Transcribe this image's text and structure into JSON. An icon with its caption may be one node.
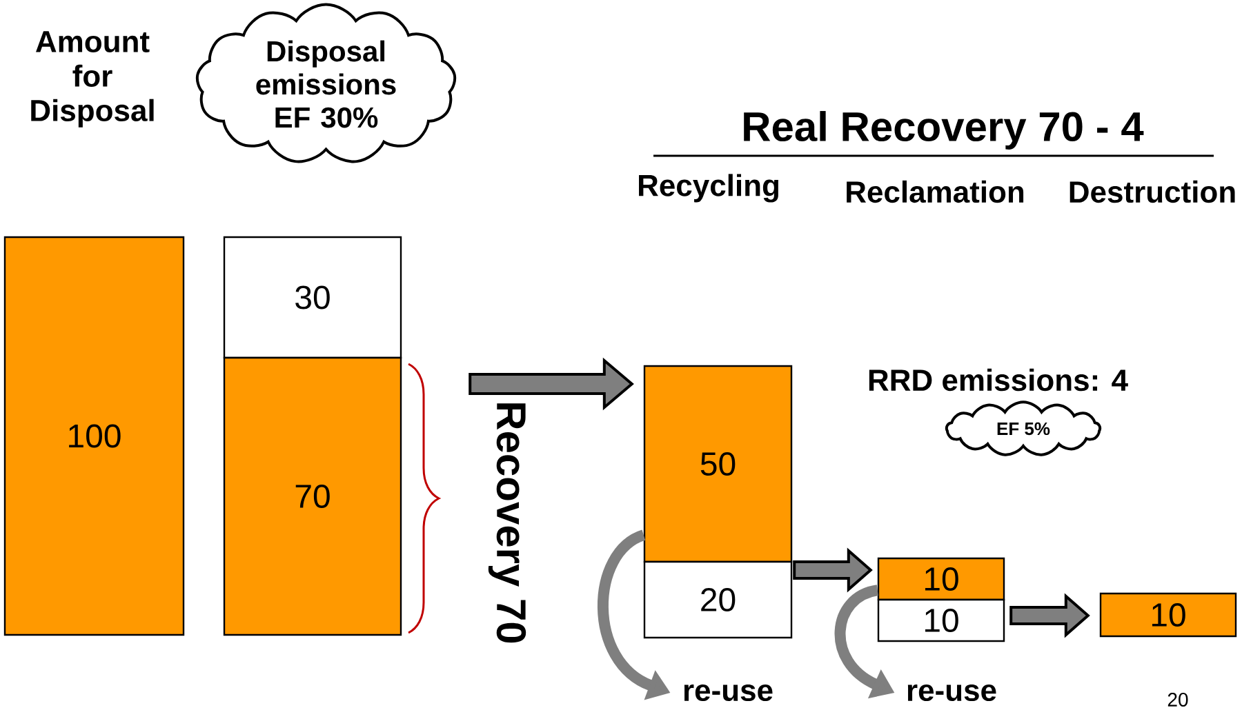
{
  "diagram": {
    "nodes": [
      {
        "text": [
          "100"
        ]
      },
      {
        "text": [
          "30"
        ]
      },
      {
        "text": [
          "70"
        ]
      },
      {
        "text": [
          "50"
        ]
      },
      {
        "text": [
          "20"
        ]
      },
      {
        "text": [
          "10"
        ]
      },
      {
        "text": [
          "10"
        ]
      },
      {
        "text": [
          "10"
        ]
      },
      {
        "text": [
          "Disposal emissions EF 30%"
        ]
      },
      {
        "text": [
          "EF 5%"
        ]
      },
      {
        "text": [
          "re-use"
        ]
      },
      {
        "text": [
          "re-use"
        ]
      }
    ],
    "edges": [
      {
        "from": 2,
        "to": 3,
        "arrow": "to"
      },
      {
        "from": 4,
        "to": 5,
        "arrow": "to"
      },
      {
        "from": 6,
        "to": 7,
        "arrow": "to"
      },
      {
        "from": 3,
        "to": 10,
        "arrow": "to"
      },
      {
        "from": 5,
        "to": 11,
        "arrow": "to"
      }
    ],
    "labels": [
      "Amount for Disposal",
      "Real Recovery 70 - 4",
      "Recycling",
      "Reclamation",
      "Destruction",
      "RRD emissions: 4",
      "Recovery 70",
      "20"
    ]
  }
}
